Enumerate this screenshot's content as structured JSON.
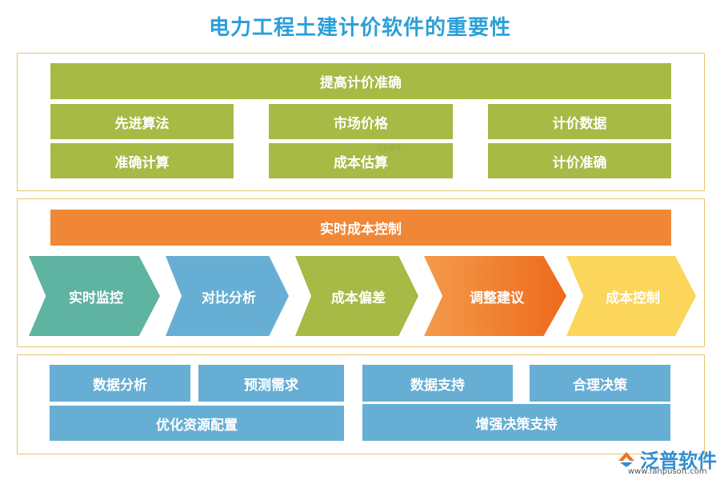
{
  "title": "电力工程土建计价软件的重要性",
  "section1": {
    "header": "提高计价准确",
    "items": [
      "先进算法",
      "准确计算",
      "市场价格",
      "成本估算",
      "计价数据",
      "计价准确"
    ]
  },
  "section2": {
    "header": "实时成本控制",
    "steps": [
      {
        "label": "实时监控",
        "color": "#5fb3a1"
      },
      {
        "label": "对比分析",
        "color": "#67aed4"
      },
      {
        "label": "成本偏差",
        "color": "#a6ba45"
      },
      {
        "label": "调整建议",
        "color": "#f07f2f"
      },
      {
        "label": "成本控制",
        "color": "#fcd65a"
      }
    ]
  },
  "section3": {
    "items": [
      "数据分析",
      "预测需求",
      "优化资源配置",
      "数据支持",
      "合理决策",
      "增强决策支持"
    ]
  },
  "watermark": "泛普软件",
  "logo": {
    "name": "泛普软件",
    "url": "www.fanpusoft.com",
    "icon": "fanpu-logo-icon"
  }
}
